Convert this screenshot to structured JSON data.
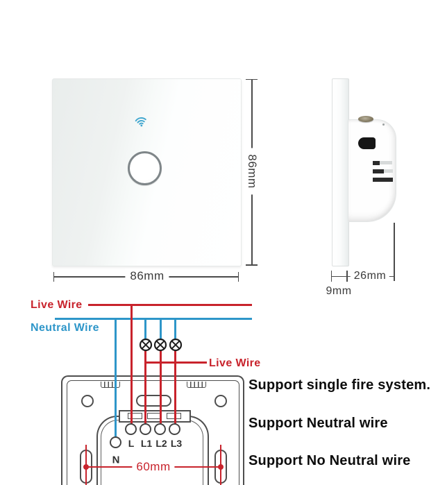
{
  "front_view": {
    "width_label": "86mm",
    "height_label": "86mm"
  },
  "side_view": {
    "depth_label": "26mm",
    "thickness_label": "9mm"
  },
  "wiring": {
    "live_wire_label": "Live Wire",
    "neutral_wire_label": "Neutral Wire",
    "load_live_wire_label": "Live Wire",
    "terminal_labels": [
      "L",
      "L1",
      "L2",
      "L3"
    ],
    "neutral_terminal_label": "N",
    "screw_spacing_label": "60mm"
  },
  "features": {
    "line1": "Support single fire system.",
    "line2": "Support Neutral wire",
    "line3": "Support No Neutral wire"
  },
  "colors": {
    "live_wire_red": "#c8232c",
    "neutral_wire_blue": "#2e96c9",
    "wifi_blue": "#41a7cf"
  }
}
